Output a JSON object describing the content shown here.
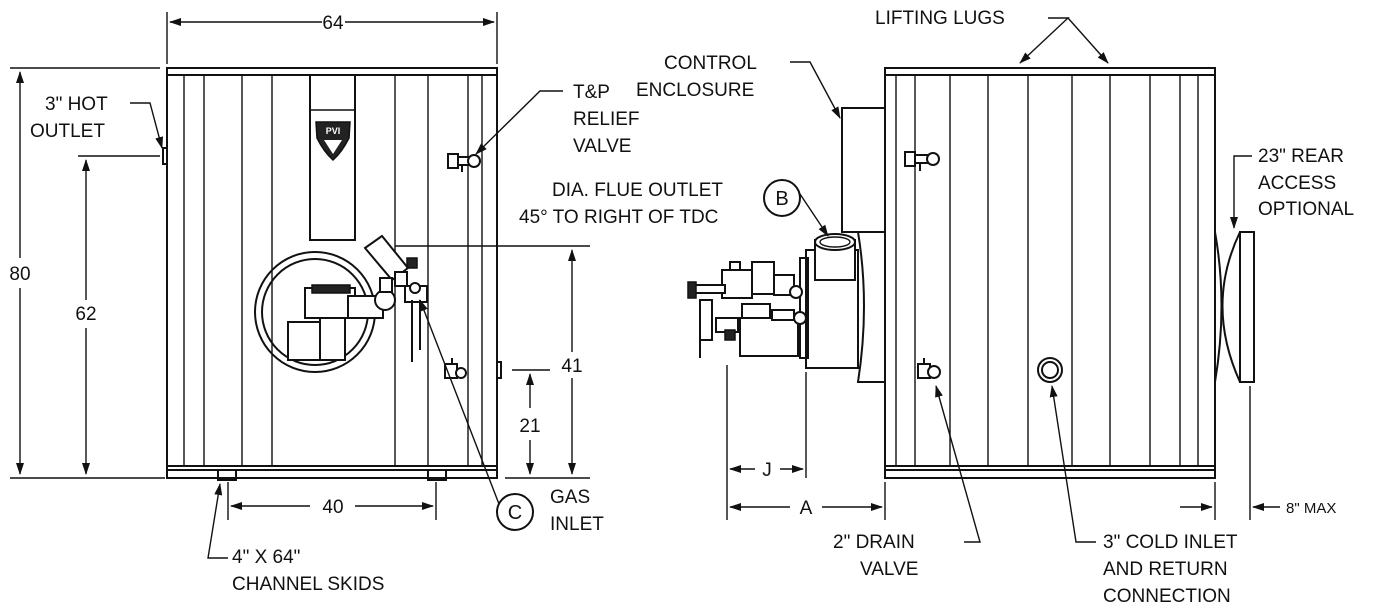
{
  "front_view": {
    "dim_width": "64",
    "dim_height": "80",
    "dim_outlet_height": "62",
    "dim_gas_height": "41",
    "dim_side_height": "21",
    "dim_skid_span": "40",
    "hot_outlet": [
      "3\" HOT",
      "OUTLET"
    ],
    "tp_relief": [
      "T&P",
      "RELIEF",
      "VALVE"
    ],
    "gas_inlet_marker": "C",
    "gas_inlet": [
      "GAS",
      "INLET"
    ],
    "channel_skids": [
      "4\" X 64\"",
      "CHANNEL SKIDS"
    ],
    "logo": "PVI"
  },
  "side_view": {
    "lifting_lugs": "LIFTING LUGS",
    "control_enclosure": [
      "CONTROL",
      "ENCLOSURE"
    ],
    "flue_outlet": [
      "DIA. FLUE OUTLET",
      "45° TO RIGHT OF TDC"
    ],
    "flue_marker": "B",
    "rear_access": [
      "23\" REAR",
      "ACCESS",
      "OPTIONAL"
    ],
    "dim_j": "J",
    "dim_a": "A",
    "max_clearance": "8\" MAX",
    "drain_valve": [
      "2\" DRAIN",
      "VALVE"
    ],
    "cold_inlet": [
      "3\" COLD INLET",
      "AND RETURN",
      "CONNECTION"
    ]
  },
  "colors": {
    "line": "#111111",
    "background": "#ffffff"
  }
}
